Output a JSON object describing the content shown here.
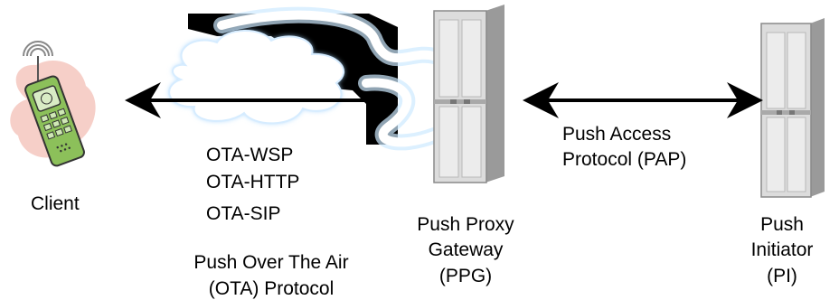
{
  "client": {
    "label": "Client"
  },
  "ota": {
    "protocols": [
      "OTA-WSP",
      "OTA-HTTP",
      "OTA-SIP"
    ],
    "caption_line1": "Push Over The Air",
    "caption_line2": "(OTA) Protocol"
  },
  "pap": {
    "line1": "Push Access",
    "line2": "Protocol (PAP)"
  },
  "ppg": {
    "line1": "Push Proxy",
    "line2": "Gateway",
    "line3": "(PPG)"
  },
  "pi": {
    "line1": "Push",
    "line2": "Initiator",
    "line3": "(PI)"
  },
  "colors": {
    "phone_body": "#8cc05a",
    "phone_blob": "#f6cfc8",
    "server_body": "#dcdcdc",
    "server_side": "#9a9a9a",
    "cloud_glow": "#a9d7ff",
    "arrow": "#000000"
  }
}
